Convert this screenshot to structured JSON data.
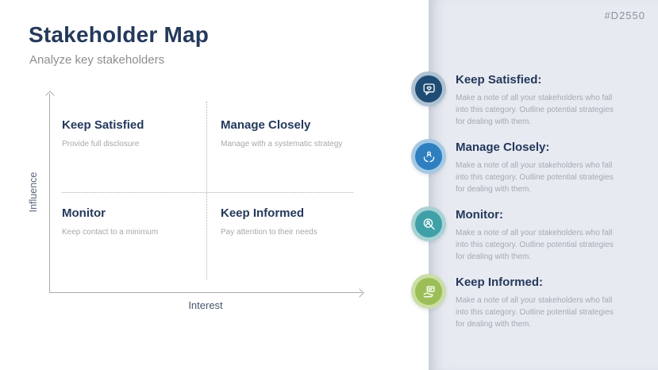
{
  "slide": {
    "title": "Stakeholder Map",
    "subtitle": "Analyze key stakeholders",
    "code": "#D2550",
    "colors": {
      "heading_navy": "#24395B",
      "panel_background": "#E7EAF1",
      "axis_gray": "#ACACAC",
      "muted_text": "#A4A9B2"
    }
  },
  "matrix": {
    "y_axis_label": "Influence",
    "x_axis_label": "Interest",
    "quadrants": [
      {
        "title": "Keep Satisfied",
        "description": "Provide full disclosure"
      },
      {
        "title": "Manage Closely",
        "description": "Manage with a systematic strategy"
      },
      {
        "title": "Monitor",
        "description": "Keep contact to a minimum"
      },
      {
        "title": "Keep Informed",
        "description": "Pay attention to their needs"
      }
    ]
  },
  "legend": {
    "items": [
      {
        "title": "Keep Satisfied:",
        "icon": "chat-heart-icon",
        "color": "#1E4C74",
        "ring_color": "#AEC2D2",
        "lines": [
          "Make a note of all your stakeholders who fall",
          "into this category. Outline potential strategies",
          "for dealing with them."
        ]
      },
      {
        "title": "Manage Closely:",
        "icon": "hands-person-icon",
        "color": "#2E7FC0",
        "ring_color": "#A5C9E4",
        "lines": [
          "Make a note of all your stakeholders who fall",
          "into this category. Outline potential strategies",
          "for dealing with them."
        ]
      },
      {
        "title": "Monitor:",
        "icon": "magnifier-person-icon",
        "color": "#40A0A8",
        "ring_color": "#A9D2D4",
        "lines": [
          "Make a note of all your stakeholders who fall",
          "into this category. Outline potential strategies",
          "for dealing with them."
        ]
      },
      {
        "title": "Keep Informed:",
        "icon": "hand-screen-icon",
        "color": "#9CBE57",
        "ring_color": "#CBDEA6",
        "lines": [
          "Make a note of all your stakeholders who fall",
          "into this category. Outline potential strategies",
          "for dealing with them."
        ]
      }
    ]
  }
}
